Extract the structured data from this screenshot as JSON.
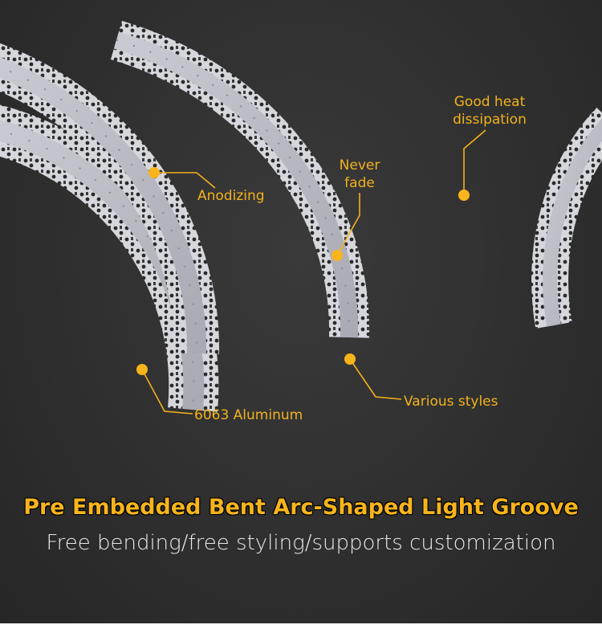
{
  "callouts": {
    "good_heat_line1": "Good heat",
    "good_heat_line2": "dissipation",
    "never_fade_line1": "Never",
    "never_fade_line2": "fade",
    "anodizing": "Anodizing",
    "various_styles": "Various styles",
    "aluminum": "6063 Aluminum"
  },
  "headline": {
    "title": "Pre Embedded Bent Arc-Shaped Light Groove",
    "subtitle": "Free bending/free styling/supports customization"
  },
  "colors": {
    "accent": "#f7b51b",
    "background": "#2f2f2f",
    "profile": "#cfd0d6"
  }
}
